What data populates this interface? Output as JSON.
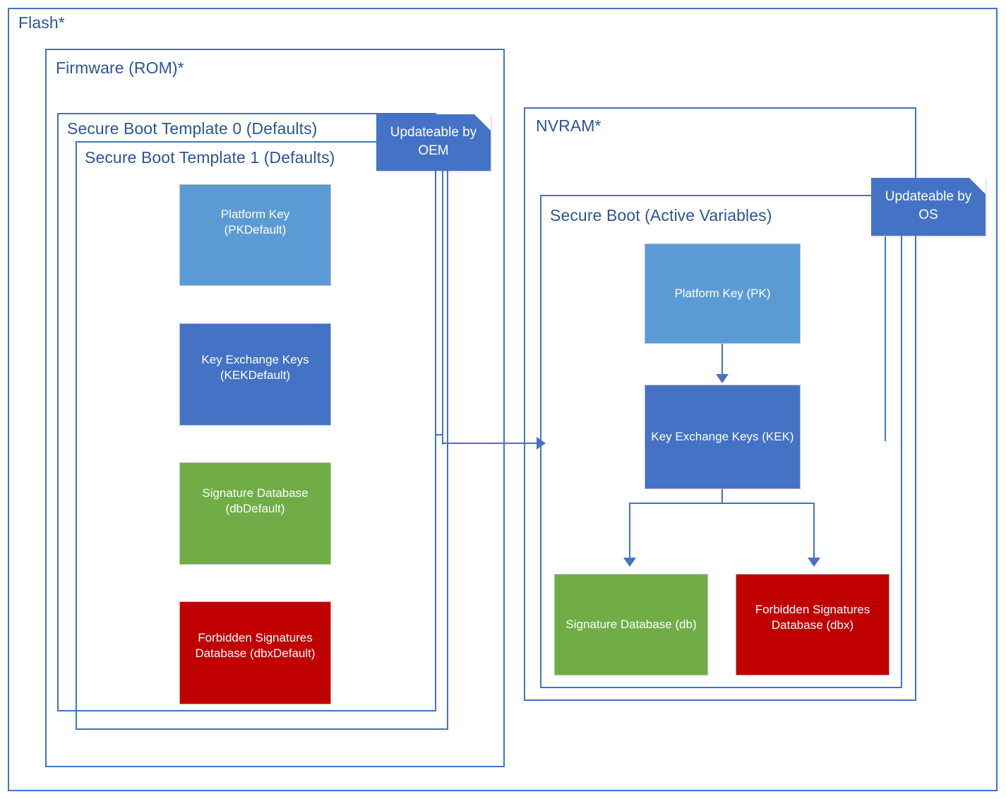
{
  "diagram": {
    "title_visible": false,
    "colors": {
      "outline": "#4472C4",
      "label_text": "#2E5496",
      "platform_key": "#5B9BD5",
      "key_exchange_keys": "#4472C4",
      "signature_database": "#70AD47",
      "forbidden_signatures": "#C00000",
      "callout_fill": "#4472C4",
      "box_text": "#FFFFFF"
    }
  },
  "containers": {
    "flash": {
      "label": "Flash*"
    },
    "firmware": {
      "label": "Firmware (ROM)*"
    },
    "template0": {
      "label": "Secure Boot Template 0 (Defaults)"
    },
    "template1": {
      "label": "Secure Boot Template 1 (Defaults)"
    },
    "nvram": {
      "label": "NVRAM*"
    },
    "secure_boot_active": {
      "label": "Secure Boot (Active Variables)"
    }
  },
  "callouts": {
    "oem": {
      "line1": "Updateable by",
      "line2": "OEM"
    },
    "os": {
      "line1": "Updateable by",
      "line2": "OS"
    }
  },
  "firmware_defaults": [
    {
      "id": "pk-default",
      "line1": "Platform Key",
      "line2": "(PKDefault)",
      "color": "#5B9BD5"
    },
    {
      "id": "kek-default",
      "line1": "Key Exchange Keys",
      "line2": "(KEKDefault)",
      "color": "#4472C4"
    },
    {
      "id": "db-default",
      "line1": "Signature Database",
      "line2": "(dbDefault)",
      "color": "#70AD47"
    },
    {
      "id": "dbx-default",
      "line1": "Forbidden Signatures",
      "line2": "Database (dbxDefault)",
      "color": "#C00000"
    }
  ],
  "nvram_variables": {
    "pk": {
      "line1": "Platform Key (PK)",
      "line2": "",
      "color": "#5B9BD5"
    },
    "kek": {
      "line1": "Key Exchange Keys (KEK)",
      "line2": "",
      "color": "#4472C4"
    },
    "db": {
      "line1": "Signature Database (db)",
      "line2": "",
      "color": "#70AD47"
    },
    "dbx": {
      "line1": "Forbidden Signatures",
      "line2": "Database (dbx)",
      "color": "#C00000"
    }
  },
  "connections": [
    {
      "from": "template0",
      "to": "nvram",
      "type": "arrow-right"
    },
    {
      "from": "pk",
      "to": "kek",
      "type": "arrow-down"
    },
    {
      "from": "kek",
      "to": "db",
      "type": "arrow-down"
    },
    {
      "from": "kek",
      "to": "dbx",
      "type": "arrow-down"
    },
    {
      "from": "callout-oem",
      "to": "template0",
      "type": "leader"
    },
    {
      "from": "callout-os",
      "to": "secure_boot_active",
      "type": "leader"
    }
  ]
}
